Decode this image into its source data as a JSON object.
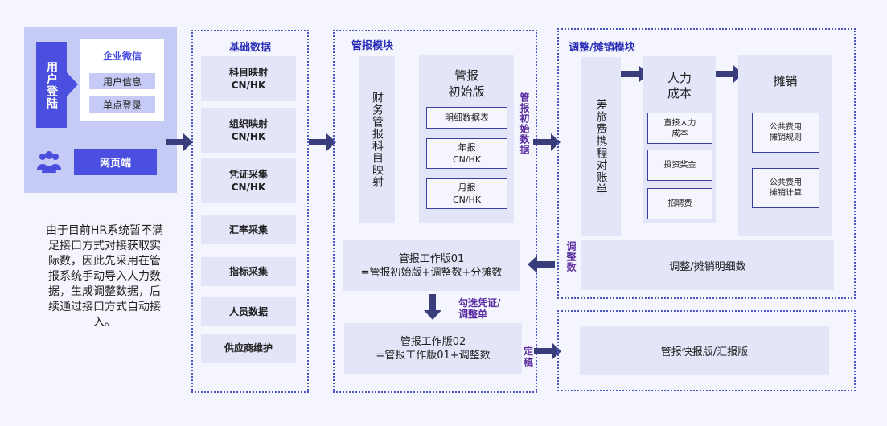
{
  "login": {
    "title": "用户登陆",
    "wechat": "企业微信",
    "user_info": "用户信息",
    "sso": "单点登录",
    "web": "网页端"
  },
  "note": "由于目前HR系统暂不满足接口方式对接获取实际数，因此先采用在管报系统手动导入人力数据，生成调整数据，后续通过接口方式自动接入。",
  "basic": {
    "title": "基础数据",
    "items": [
      "科目映射\nCN/HK",
      "组织映射\nCN/HK",
      "凭证采集\nCN/HK",
      "汇率采集",
      "指标采集",
      "人员数据",
      "供应商维护"
    ]
  },
  "mgmt": {
    "title": "管报模块",
    "fin_mapping": "财务管报科目映射",
    "initial_title": "管报\n初始版",
    "detail_table": "明细数据表",
    "annual": "年报\nCN/HK",
    "monthly": "月报\nCN/HK",
    "initial_data_label": "管报初始数据",
    "wv01": "管报工作版01\n=管报初始版+调整数+分摊数",
    "select_label": "勾选凭证/\n调整单",
    "wv02": "管报工作版02\n=管报工作版01+调整数",
    "finalize_label": "定稿"
  },
  "adjust": {
    "title": "调整/摊销模块",
    "travel": "差旅费携程对账单",
    "hr_cost": "人力\n成本",
    "direct_hr": "直接人力\n成本",
    "invest_bonus": "投资奖金",
    "recruit": "招聘费",
    "amort": "摊销",
    "rule": "公共费用\n摊销规则",
    "calc": "公共费用\n摊销计算",
    "detail": "调整/摊销明细数",
    "adjust_label": "调整数"
  },
  "final": {
    "label": "管报快报版/汇报版"
  },
  "colors": {
    "frame": "#4c55c4",
    "arrow": "#3a3d7c",
    "box": "#e3e5f8",
    "accent": "#4a4fe0"
  }
}
